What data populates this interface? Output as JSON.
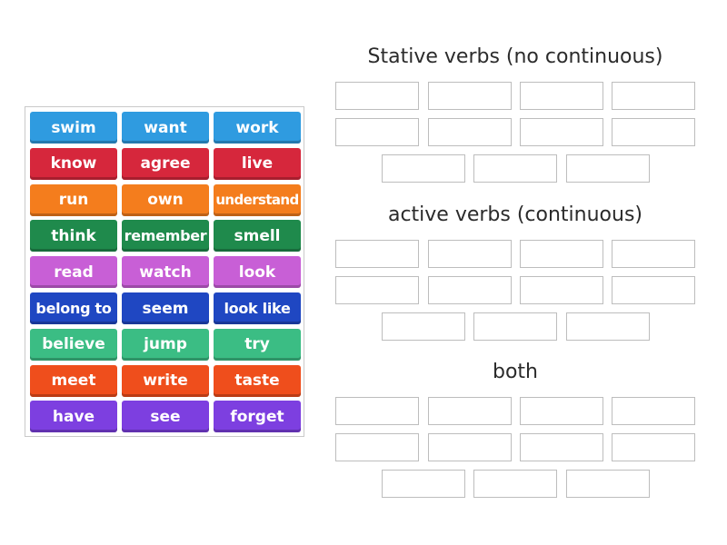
{
  "tiles": [
    {
      "label": "swim",
      "color": "#2f9be0"
    },
    {
      "label": "want",
      "color": "#2f9be0"
    },
    {
      "label": "work",
      "color": "#2f9be0"
    },
    {
      "label": "know",
      "color": "#d6273c"
    },
    {
      "label": "agree",
      "color": "#d6273c"
    },
    {
      "label": "live",
      "color": "#d6273c"
    },
    {
      "label": "run",
      "color": "#f47d1d"
    },
    {
      "label": "own",
      "color": "#f47d1d"
    },
    {
      "label": "understand",
      "color": "#f47d1d"
    },
    {
      "label": "think",
      "color": "#1f8a4c"
    },
    {
      "label": "remember",
      "color": "#1f8a4c"
    },
    {
      "label": "smell",
      "color": "#1f8a4c"
    },
    {
      "label": "read",
      "color": "#c85fd6"
    },
    {
      "label": "watch",
      "color": "#c85fd6"
    },
    {
      "label": "look",
      "color": "#c85fd6"
    },
    {
      "label": "belong to",
      "color": "#1f47c2"
    },
    {
      "label": "seem",
      "color": "#1f47c2"
    },
    {
      "label": "look like",
      "color": "#1f47c2"
    },
    {
      "label": "believe",
      "color": "#3bbd84"
    },
    {
      "label": "jump",
      "color": "#3bbd84"
    },
    {
      "label": "try",
      "color": "#3bbd84"
    },
    {
      "label": "meet",
      "color": "#ef4e1c"
    },
    {
      "label": "write",
      "color": "#ef4e1c"
    },
    {
      "label": "taste",
      "color": "#ef4e1c"
    },
    {
      "label": "have",
      "color": "#7d3fe0"
    },
    {
      "label": "see",
      "color": "#7d3fe0"
    },
    {
      "label": "forget",
      "color": "#7d3fe0"
    }
  ],
  "groups": [
    {
      "title": "Stative verbs (no continuous)",
      "slot_count": 11
    },
    {
      "title": "active verbs (continuous)",
      "slot_count": 11
    },
    {
      "title": "both",
      "slot_count": 11
    }
  ]
}
